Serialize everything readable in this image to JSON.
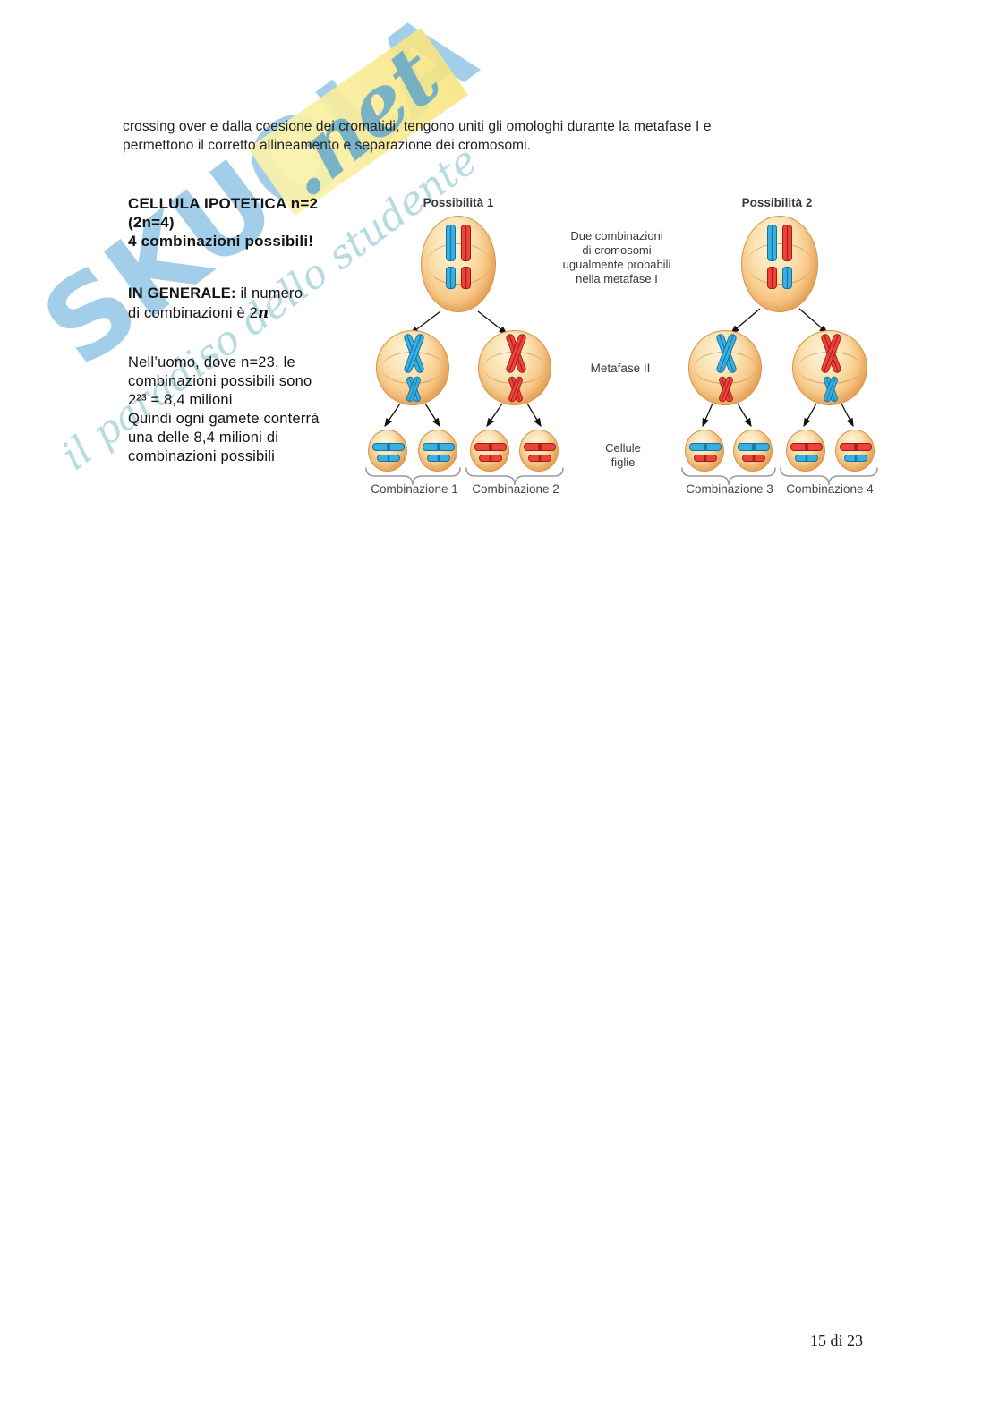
{
  "document": {
    "paragraph_line1": "crossing over e dalla coesione dei cromatidi, tengono uniti gli omologhi durante la metafase I e",
    "paragraph_line2": "permettono il corretto allineamento e separazione dei cromosomi.",
    "page_number": "15 di 23"
  },
  "watermark": {
    "brand": "SKUOLA",
    "net": ".net",
    "slogan": "il paradiso dello studente",
    "brand_color": "#4aa0d4",
    "band_color": "#f7e9a0"
  },
  "figure": {
    "notes": {
      "heading_line1": "CELLULA IPOTETICA n=2",
      "heading_line2": "(2n=4)",
      "heading_line3": "4 combinazioni possibili!",
      "general_bold": "IN GENERALE:",
      "general_tail": " il numero",
      "general_line2": "di combinazioni  è 2",
      "general_exponent": "n",
      "human_lines": [
        "Nell’uomo, dove n=23, le",
        "combinazioni possibili sono",
        "2²³ = 8,4 milioni",
        "Quindi ogni gamete conterrà",
        "una delle 8,4 milioni di",
        "combinazioni possibili"
      ]
    },
    "labels": {
      "possibility1": "Possibilità 1",
      "possibility2": "Possibilità 2",
      "annotation": [
        "Due combinazioni",
        "di cromosomi",
        "ugualmente probabili",
        "nella metafase I"
      ],
      "metaphase2": "Metafase II",
      "daughter_cells_line1": "Cellule",
      "daughter_cells_line2": "figlie",
      "combination1": "Combinazione 1",
      "combination2": "Combinazione 2",
      "combination3": "Combinazione 3",
      "combination4": "Combinazione 4"
    },
    "colors": {
      "chromosome_blue": "#2aa5d8",
      "chromosome_red": "#e5332d",
      "cell_fill": "#f5c083"
    }
  }
}
